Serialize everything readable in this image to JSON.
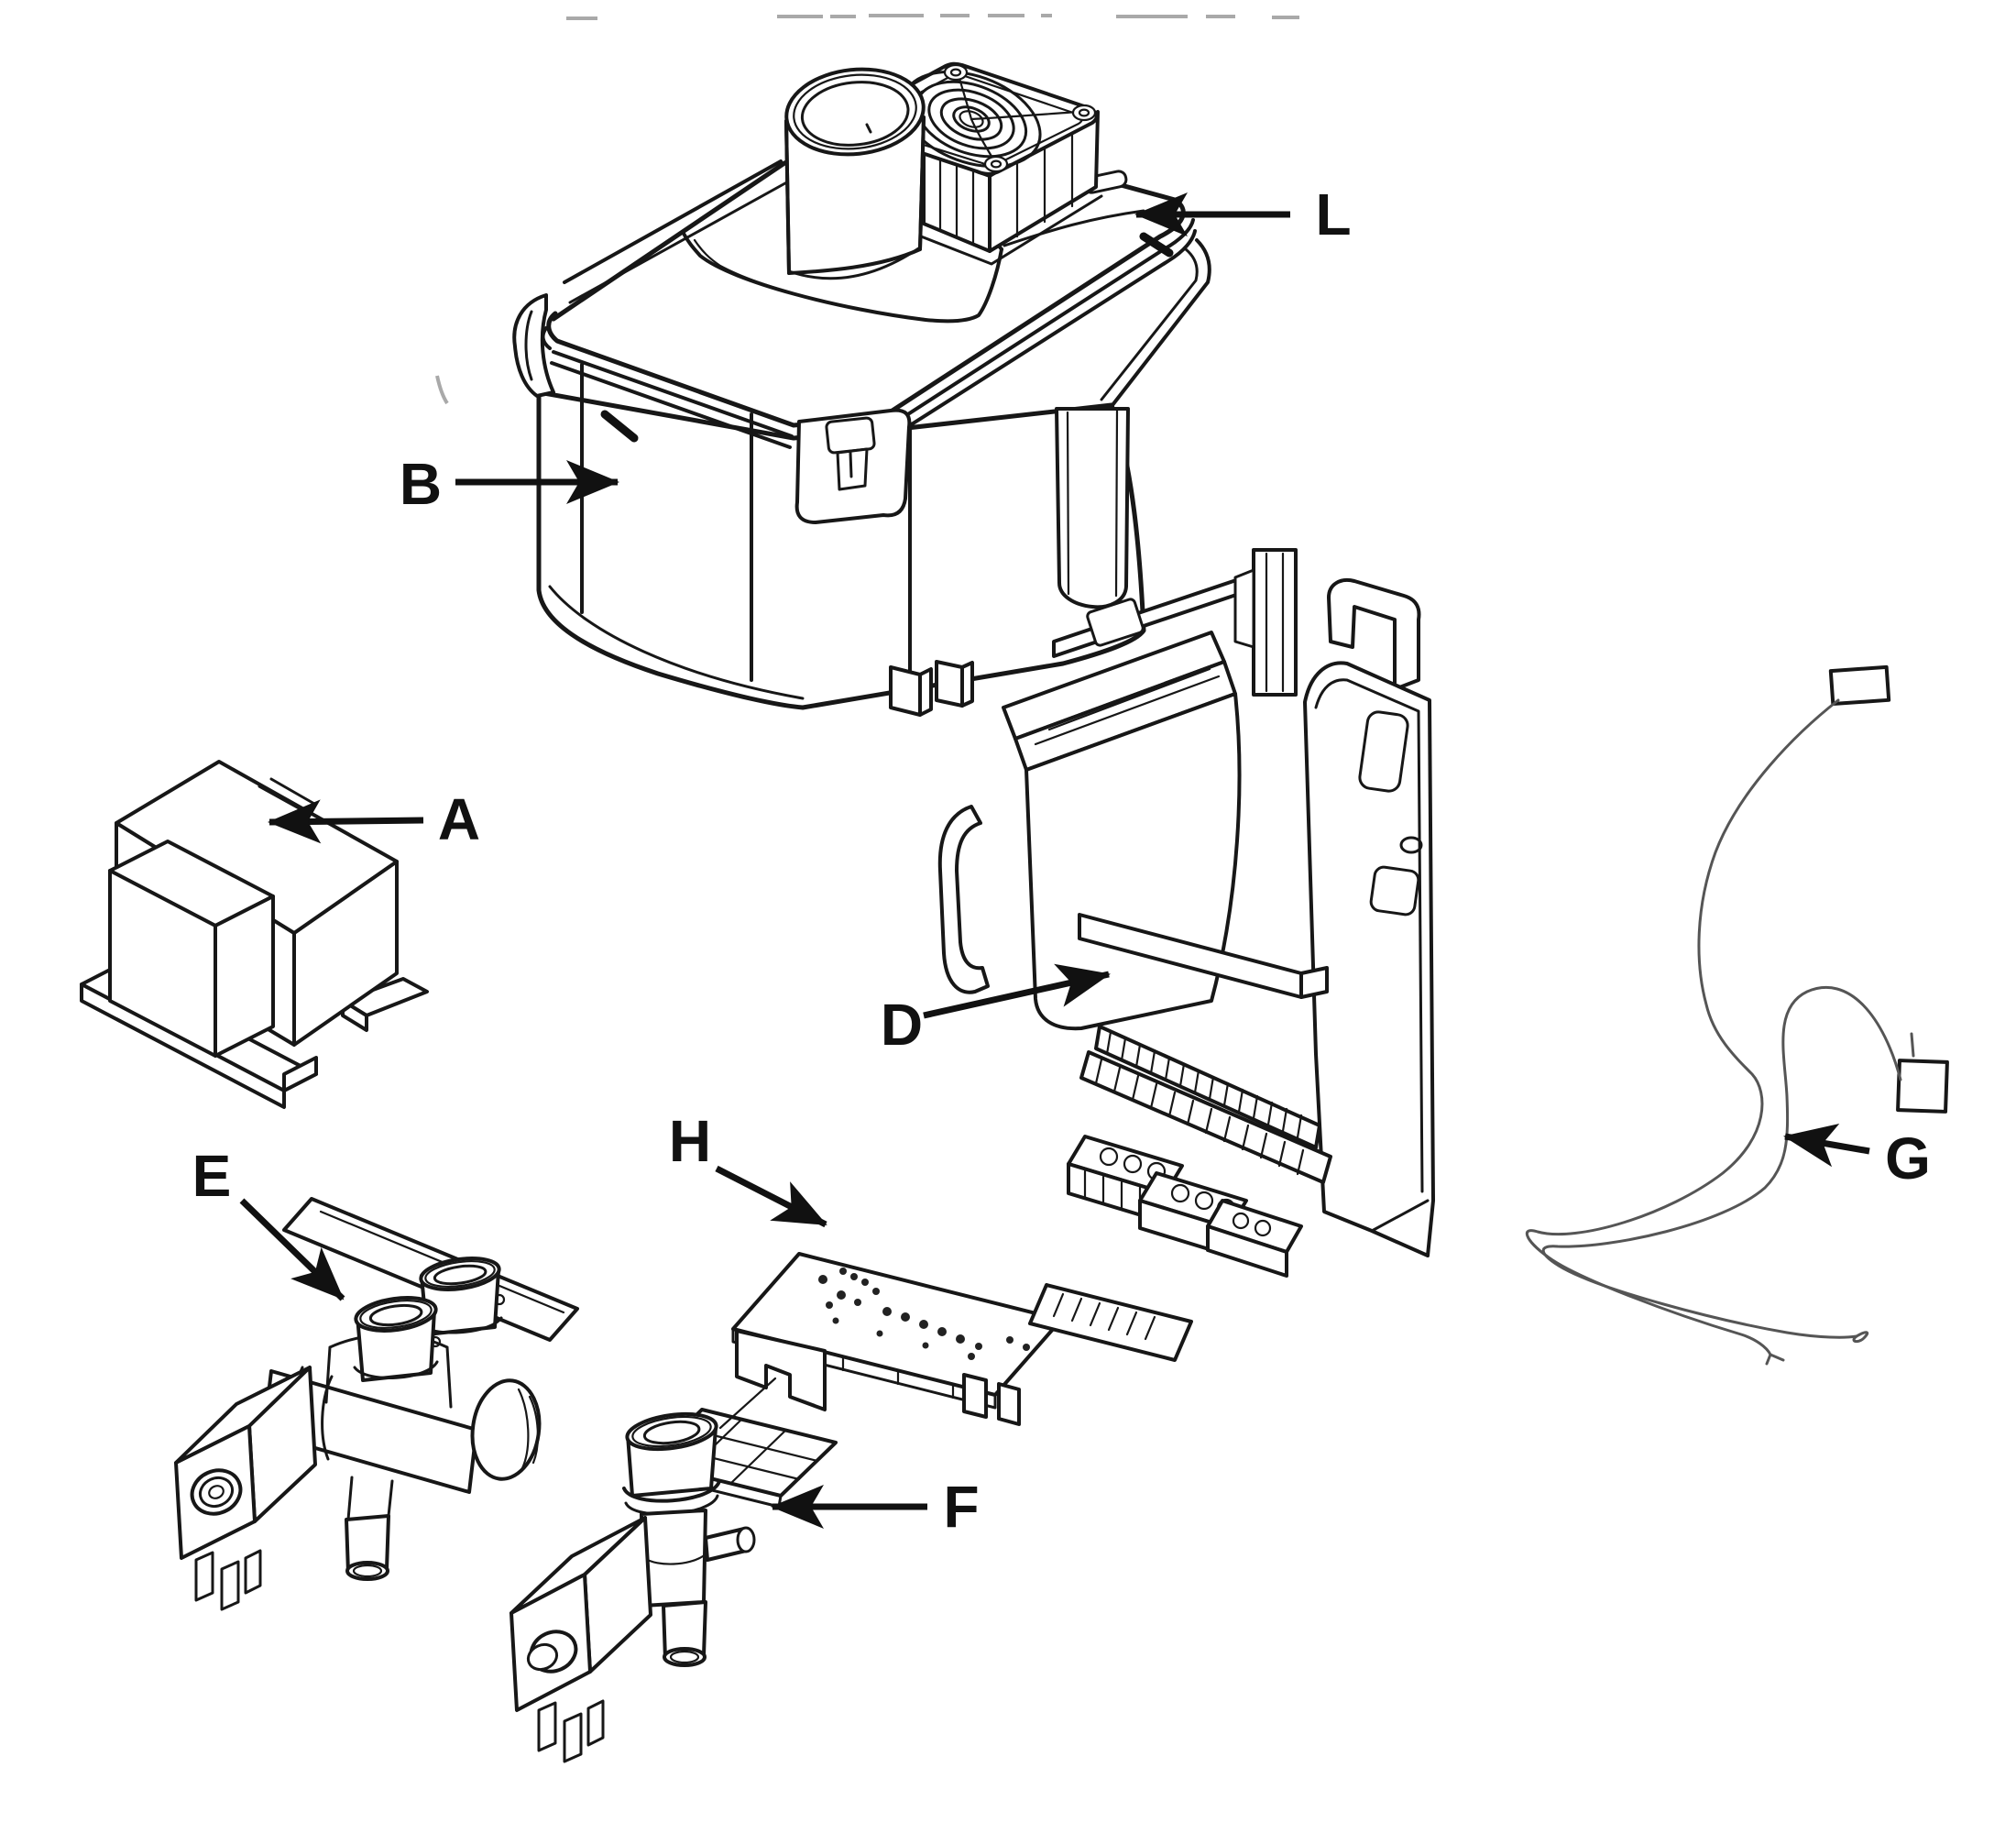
{
  "diagram": {
    "type": "exploded-parts-line-diagram",
    "background_color": "#ffffff",
    "line_color": "#171717",
    "wire_color": "#555555",
    "callouts": [
      {
        "letter": "A",
        "part": "transformer"
      },
      {
        "letter": "B",
        "part": "reservoir-tank-body"
      },
      {
        "letter": "D",
        "part": "mounting-bracket-chassis"
      },
      {
        "letter": "E",
        "part": "dual-inlet-solenoid-valve"
      },
      {
        "letter": "F",
        "part": "single-inlet-solenoid-valve"
      },
      {
        "letter": "G",
        "part": "sensor-wire-leads"
      },
      {
        "letter": "H",
        "part": "control-pcb"
      },
      {
        "letter": "L",
        "part": "tank-lid-fan-assembly"
      }
    ]
  }
}
